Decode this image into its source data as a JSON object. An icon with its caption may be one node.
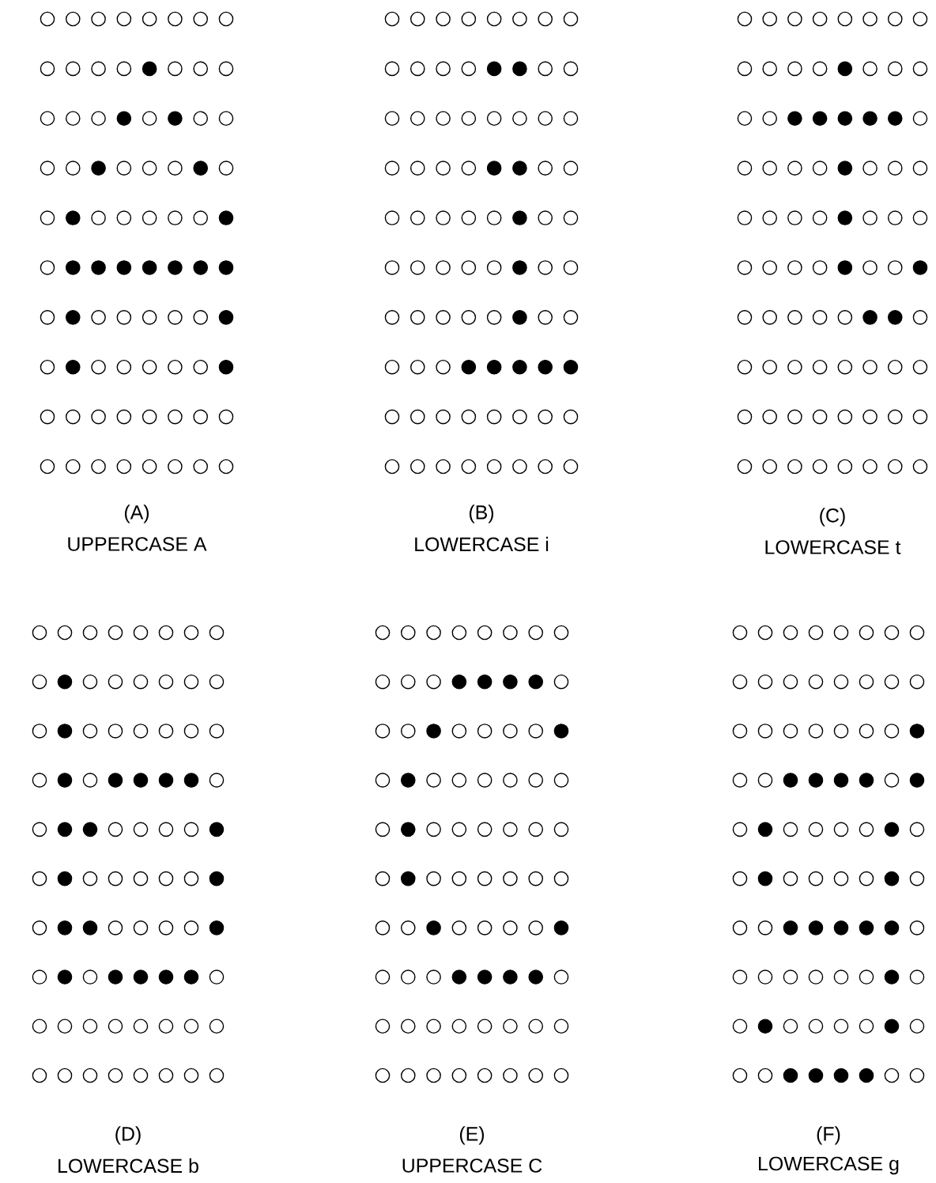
{
  "diagram": {
    "labels": [
      "(A)",
      "UPPERCASE A",
      "(B)",
      "LOWERCASE i",
      "(C)",
      "LOWERCASE t",
      "(D)",
      "LOWERCASE b",
      "(E)",
      "UPPERCASE C",
      "(F)",
      "LOWERCASE g"
    ]
  }
}
